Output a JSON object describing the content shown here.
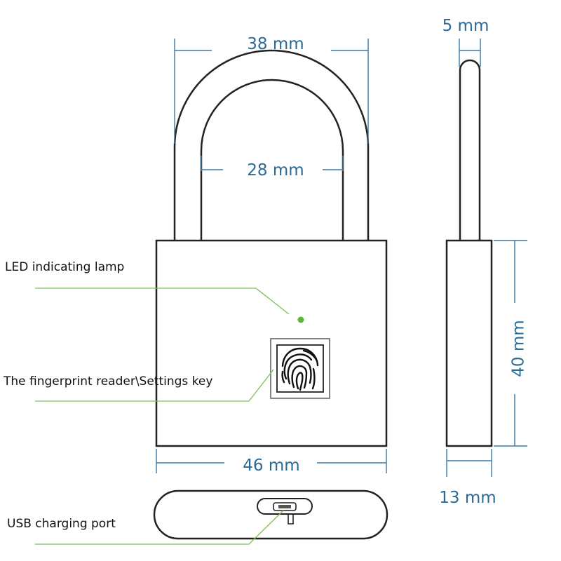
{
  "dimensions": {
    "shackle_outer_width": "38 mm",
    "shackle_inner_width": "28 mm",
    "body_width": "46 mm",
    "body_height": "40 mm",
    "shackle_thickness": "5 mm",
    "body_thickness": "13 mm"
  },
  "callouts": {
    "led": "LED indicating lamp",
    "fingerprint": "The fingerprint reader\\Settings key",
    "usb": "USB charging port"
  },
  "colors": {
    "dimension": "#2a6a94",
    "leader": "#7cbf5a",
    "led": "#5cb82e",
    "outline": "#222222"
  }
}
